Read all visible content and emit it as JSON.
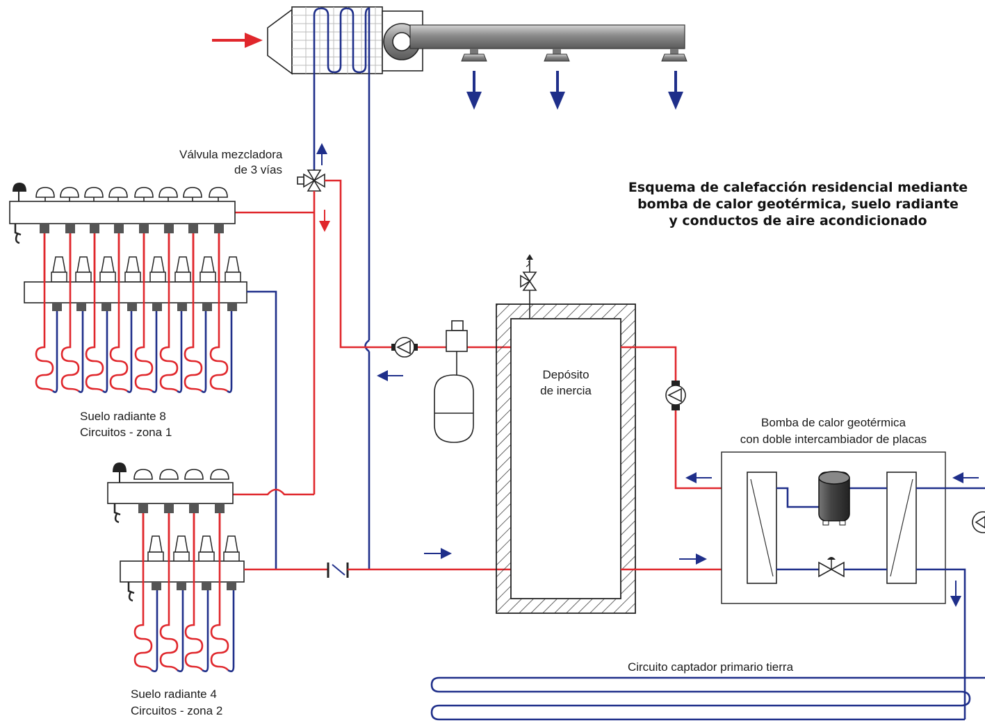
{
  "title": {
    "line1": "Esquema de calefacción residencial mediante",
    "line2": "bomba de calor geotérmica, suelo radiante",
    "line3": "y conductos de aire acondicionado"
  },
  "labels": {
    "valve_line1": "Válvula mezcladora",
    "valve_line2": "de 3 vías",
    "tank_line1": "Depósito",
    "tank_line2": "de inercia",
    "heatpump_line1": "Bomba de calor geotérmica",
    "heatpump_line2": "con doble intercambiador de placas",
    "zone1_line1": "Suelo radiante 8",
    "zone1_line2": "Circuitos - zona 1",
    "zone2_line1": "Suelo radiante 4",
    "zone2_line2": "Circuitos - zona 2",
    "ground_loop": "Circuito captador primario tierra"
  },
  "colors": {
    "hot": "#e0272c",
    "cold": "#1f2f8a",
    "outline": "#222222",
    "duct": "#8c8c8c"
  },
  "icons": [
    "supply-arrow-icon",
    "flow-arrow-icon",
    "pump-icon",
    "check-valve-icon",
    "safety-valve-icon",
    "expansion-vessel-icon",
    "compressor-icon",
    "expansion-valve-icon",
    "air-vent-icon",
    "drain-tap-icon"
  ]
}
